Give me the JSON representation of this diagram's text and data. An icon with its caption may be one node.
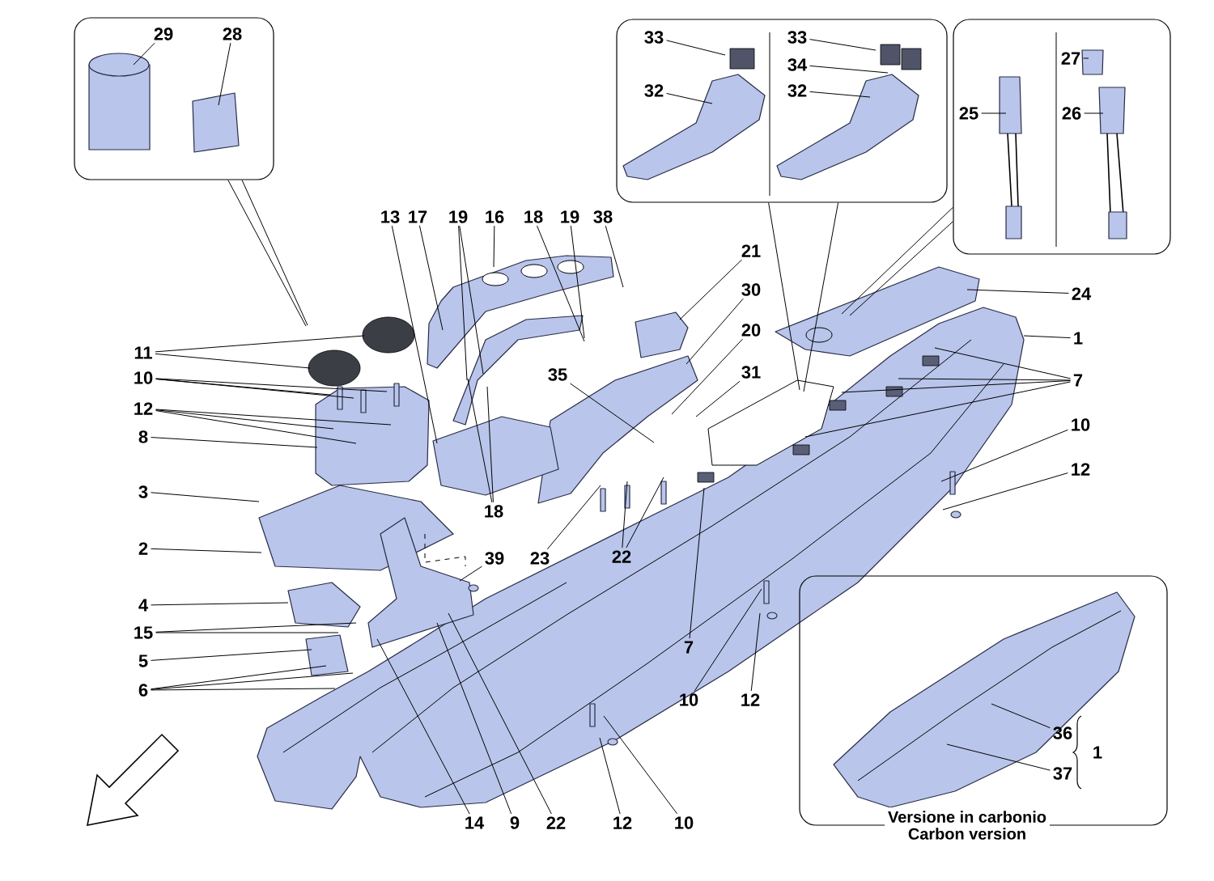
{
  "diagram": {
    "nodes": [
      {
        "text": [],
        "shape": "box"
      },
      {
        "text": [
          "29"
        ],
        "in": 0
      },
      {
        "text": [
          "28"
        ],
        "in": 0
      },
      {
        "text": [],
        "shape": "box"
      },
      {
        "text": [
          "33"
        ],
        "in": 3
      },
      {
        "text": [
          "32"
        ],
        "in": 3
      },
      {
        "text": [
          "33"
        ],
        "in": 3
      },
      {
        "text": [
          "34"
        ],
        "in": 3
      },
      {
        "text": [
          "32"
        ],
        "in": 3
      },
      {
        "text": [],
        "shape": "box"
      },
      {
        "text": [
          "27"
        ],
        "in": 9
      },
      {
        "text": [
          "25"
        ],
        "in": 9
      },
      {
        "text": [
          "26"
        ],
        "in": 9
      },
      {
        "text": [
          "Versione in carbonio",
          "Carbon version"
        ]
      },
      {
        "text": [
          "36"
        ],
        "in": 13
      },
      {
        "text": [
          "37"
        ],
        "in": 13
      },
      {
        "text": [
          "13"
        ]
      },
      {
        "text": [
          "17"
        ]
      },
      {
        "text": [
          "19"
        ]
      },
      {
        "text": [
          "16"
        ]
      },
      {
        "text": [
          "18"
        ]
      },
      {
        "text": [
          "19"
        ]
      },
      {
        "text": [
          "38"
        ]
      },
      {
        "text": [
          "21"
        ]
      },
      {
        "text": [
          "30"
        ]
      },
      {
        "text": [
          "20"
        ]
      },
      {
        "text": [
          "31"
        ]
      },
      {
        "text": [
          "24"
        ]
      },
      {
        "text": [
          "1"
        ]
      },
      {
        "text": [
          "7"
        ]
      },
      {
        "text": [
          "11"
        ]
      },
      {
        "text": [
          "10"
        ]
      },
      {
        "text": [
          "12"
        ]
      },
      {
        "text": [
          "8"
        ]
      },
      {
        "text": [
          "35"
        ]
      },
      {
        "text": [
          "18"
        ]
      },
      {
        "text": [
          "3"
        ]
      },
      {
        "text": [
          "2"
        ]
      },
      {
        "text": [
          "23"
        ]
      },
      {
        "text": [
          "22"
        ]
      },
      {
        "text": [
          "39"
        ]
      },
      {
        "text": [
          "4"
        ]
      },
      {
        "text": [
          "15"
        ]
      },
      {
        "text": [
          "5"
        ]
      },
      {
        "text": [
          "6"
        ]
      },
      {
        "text": [
          "7"
        ]
      },
      {
        "text": [
          "10"
        ]
      },
      {
        "text": [
          "12"
        ]
      },
      {
        "text": [
          "10"
        ]
      },
      {
        "text": [
          "12"
        ]
      },
      {
        "text": [
          "14"
        ]
      },
      {
        "text": [
          "9"
        ]
      },
      {
        "text": [
          "22"
        ]
      },
      {
        "text": [
          "12"
        ]
      },
      {
        "text": [
          "10"
        ]
      }
    ],
    "edges": [
      {
        "from": 0,
        "to": null,
        "arrow": "none"
      },
      {
        "from": 0,
        "to": null,
        "arrow": "none"
      },
      {
        "from": 3,
        "to": null,
        "arrow": "none"
      },
      {
        "from": 3,
        "to": null,
        "arrow": "none"
      },
      {
        "from": 9,
        "to": null,
        "arrow": "none"
      },
      {
        "from": 9,
        "to": null,
        "arrow": "none"
      },
      {
        "from": 1,
        "to": null,
        "arrow": "none"
      },
      {
        "from": 2,
        "to": null,
        "arrow": "none"
      },
      {
        "from": 4,
        "to": null,
        "arrow": "none"
      },
      {
        "from": 5,
        "to": null,
        "arrow": "none"
      },
      {
        "from": 6,
        "to": null,
        "arrow": "none"
      },
      {
        "from": 7,
        "to": null,
        "arrow": "none"
      },
      {
        "from": 8,
        "to": null,
        "arrow": "none"
      },
      {
        "from": 10,
        "to": null,
        "arrow": "none"
      },
      {
        "from": 11,
        "to": null,
        "arrow": "none"
      },
      {
        "from": 12,
        "to": null,
        "arrow": "none"
      },
      {
        "from": 14,
        "to": null,
        "arrow": "none"
      },
      {
        "from": 15,
        "to": null,
        "arrow": "none"
      },
      {
        "from": 16,
        "to": null,
        "arrow": "none"
      },
      {
        "from": 17,
        "to": null,
        "arrow": "none"
      },
      {
        "from": 18,
        "to": null,
        "arrow": "none"
      },
      {
        "from": 18,
        "to": null,
        "arrow": "none"
      },
      {
        "from": 19,
        "to": null,
        "arrow": "none"
      },
      {
        "from": 20,
        "to": null,
        "arrow": "none"
      },
      {
        "from": 21,
        "to": null,
        "arrow": "none"
      },
      {
        "from": 22,
        "to": null,
        "arrow": "none"
      },
      {
        "from": 23,
        "to": null,
        "arrow": "none"
      },
      {
        "from": 24,
        "to": null,
        "arrow": "none"
      },
      {
        "from": 25,
        "to": null,
        "arrow": "none"
      },
      {
        "from": 26,
        "to": null,
        "arrow": "none"
      },
      {
        "from": 27,
        "to": null,
        "arrow": "none"
      },
      {
        "from": 28,
        "to": null,
        "arrow": "none"
      },
      {
        "from": 29,
        "to": null,
        "arrow": "none"
      },
      {
        "from": 29,
        "to": null,
        "arrow": "none"
      },
      {
        "from": 29,
        "to": null,
        "arrow": "none"
      },
      {
        "from": 29,
        "to": null,
        "arrow": "none"
      },
      {
        "from": 30,
        "to": null,
        "arrow": "none"
      },
      {
        "from": 30,
        "to": null,
        "arrow": "none"
      },
      {
        "from": 31,
        "to": null,
        "arrow": "none"
      },
      {
        "from": 31,
        "to": null,
        "arrow": "none"
      },
      {
        "from": 31,
        "to": null,
        "arrow": "none"
      },
      {
        "from": 32,
        "to": null,
        "arrow": "none"
      },
      {
        "from": 32,
        "to": null,
        "arrow": "none"
      },
      {
        "from": 32,
        "to": null,
        "arrow": "none"
      },
      {
        "from": 33,
        "to": null,
        "arrow": "none"
      },
      {
        "from": 34,
        "to": null,
        "arrow": "none"
      },
      {
        "from": 35,
        "to": null,
        "arrow": "none"
      },
      {
        "from": 35,
        "to": null,
        "arrow": "none"
      },
      {
        "from": 36,
        "to": null,
        "arrow": "none"
      },
      {
        "from": 37,
        "to": null,
        "arrow": "none"
      },
      {
        "from": 38,
        "to": null,
        "arrow": "none"
      },
      {
        "from": 39,
        "to": null,
        "arrow": "none"
      },
      {
        "from": 39,
        "to": null,
        "arrow": "none"
      },
      {
        "from": 40,
        "to": null,
        "arrow": "none"
      },
      {
        "from": 41,
        "to": null,
        "arrow": "none"
      },
      {
        "from": 42,
        "to": null,
        "arrow": "none"
      },
      {
        "from": 42,
        "to": null,
        "arrow": "none"
      },
      {
        "from": 43,
        "to": null,
        "arrow": "none"
      },
      {
        "from": 44,
        "to": null,
        "arrow": "none"
      },
      {
        "from": 44,
        "to": null,
        "arrow": "none"
      },
      {
        "from": 44,
        "to": null,
        "arrow": "none"
      },
      {
        "from": 45,
        "to": null,
        "arrow": "none"
      },
      {
        "from": 46,
        "to": null,
        "arrow": "none"
      },
      {
        "from": 47,
        "to": null,
        "arrow": "none"
      },
      {
        "from": 48,
        "to": null,
        "arrow": "none"
      },
      {
        "from": 49,
        "to": null,
        "arrow": "none"
      },
      {
        "from": 50,
        "to": null,
        "arrow": "none"
      },
      {
        "from": 51,
        "to": null,
        "arrow": "none"
      },
      {
        "from": 52,
        "to": null,
        "arrow": "none"
      },
      {
        "from": 53,
        "to": null,
        "arrow": "none"
      },
      {
        "from": 54,
        "to": null,
        "arrow": "none"
      }
    ],
    "labels": [
      "1"
    ]
  }
}
